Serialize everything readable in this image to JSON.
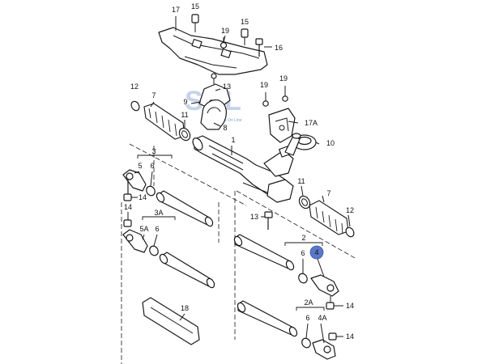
{
  "callouts": {
    "c17": "17",
    "c15a": "15",
    "c15b": "15",
    "c19a": "19",
    "c16": "16",
    "c12a": "12",
    "c7a": "7",
    "c9": "9",
    "c13a": "13",
    "c11a": "11",
    "c8": "8",
    "c19b": "19",
    "c19c": "19",
    "c17a": "17A",
    "c10": "10",
    "c1": "1",
    "c3": "3",
    "c5": "5",
    "c6a": "6",
    "c14a": "14",
    "c11b": "11",
    "c7b": "7",
    "c13b": "13",
    "c12b": "12",
    "c14b": "14",
    "c3a": "3A",
    "c5a": "5A",
    "c6b": "6",
    "c2": "2",
    "c6c": "6",
    "c4": "4",
    "c14c": "14",
    "c2a": "2A",
    "c6d": "6",
    "c4a": "4A",
    "c14d": "14",
    "c18": "18"
  },
  "watermark": {
    "logo": "SOL",
    "tagline": "Parts On Line"
  },
  "colors": {
    "highlight": "#5b78c8",
    "watermark": "#9bb0d6",
    "line": "#1a1a1a"
  }
}
